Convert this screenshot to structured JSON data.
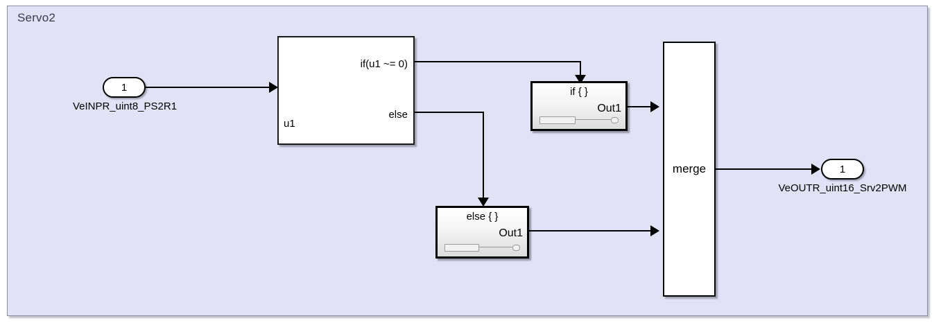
{
  "diagram": {
    "type": "simulink-block-diagram",
    "canvas_title": "Servo2",
    "canvas_color": "#e2e2f7",
    "border_color": "#8a8aa0",
    "line_color": "#000000"
  },
  "inport": {
    "number": "1",
    "label": "VeINPR_uint8_PS2R1"
  },
  "outport": {
    "number": "1",
    "label": "VeOUTR_uint16_Srv2PWM"
  },
  "if_block": {
    "input_port": "u1",
    "condition_output": "if(u1 ~= 0)",
    "else_output": "else"
  },
  "if_action_subsystem": {
    "title": "if { }",
    "output_port": "Out1"
  },
  "else_action_subsystem": {
    "title": "else { }",
    "output_port": "Out1"
  },
  "merge_block": {
    "label": "merge",
    "input_count": "2"
  }
}
